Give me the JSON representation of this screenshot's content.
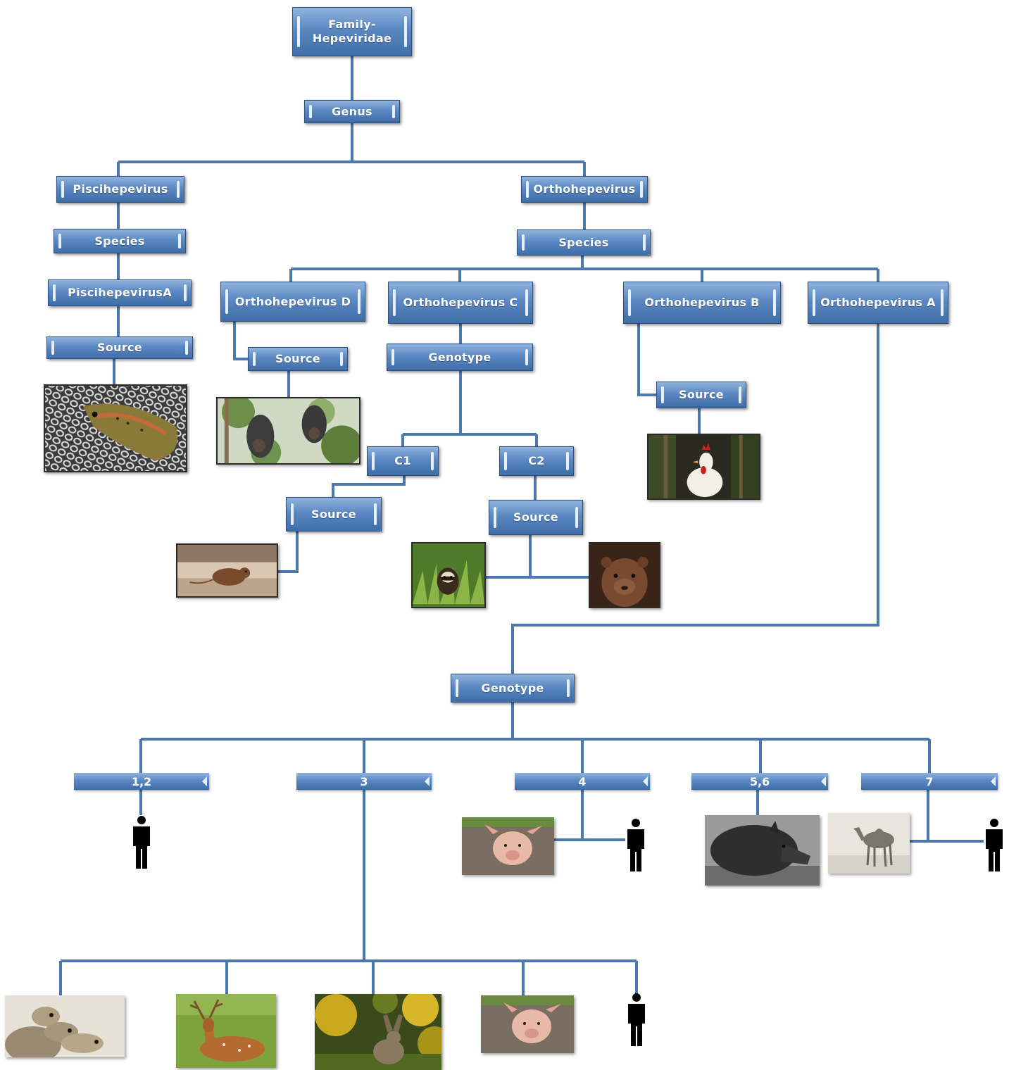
{
  "diagram": {
    "family": "Family-\nHepeviridae",
    "genus": "Genus",
    "piscihepevirus": {
      "label": "Piscihepevirus",
      "species": "Species",
      "member": "PiscihepevirusA",
      "source": "Source",
      "host_icon": "trout-photo"
    },
    "orthohepevirus": {
      "label": "Orthohepevirus",
      "species": "Species",
      "d": {
        "label": "Orthohepevirus  D",
        "source": "Source",
        "host_icon": "bat-photo"
      },
      "c": {
        "label": "Orthohepevirus  C",
        "genotype": "Genotype",
        "c1": {
          "label": "C1",
          "source": "Source",
          "host_icon": "rat-photo"
        },
        "c2": {
          "label": "C2",
          "source": "Source",
          "host_icons": [
            "ferret-photo",
            "mink-photo"
          ]
        }
      },
      "b": {
        "label": "Orthohepevirus  B",
        "source": "Source",
        "host_icon": "chicken-photo"
      },
      "a": {
        "label": "Orthohepevirus  A",
        "genotype": "Genotype",
        "genotypes": [
          {
            "label": "1,2",
            "hosts": [
              "human-icon"
            ]
          },
          {
            "label": "3",
            "hosts": [
              "meerkat-photo",
              "deer-photo",
              "rabbit-photo",
              "pig-photo",
              "human-icon"
            ]
          },
          {
            "label": "4",
            "hosts": [
              "pig-photo",
              "human-icon"
            ]
          },
          {
            "label": "5,6",
            "hosts": [
              "wild-boar-photo"
            ]
          },
          {
            "label": "7",
            "hosts": [
              "camel-photo",
              "human-icon"
            ]
          }
        ]
      }
    }
  },
  "colors": {
    "connector": "#4e78ad",
    "box_top": "#8fb3dd",
    "box_bottom": "#3f6da8",
    "box_text": "#ffffff"
  }
}
